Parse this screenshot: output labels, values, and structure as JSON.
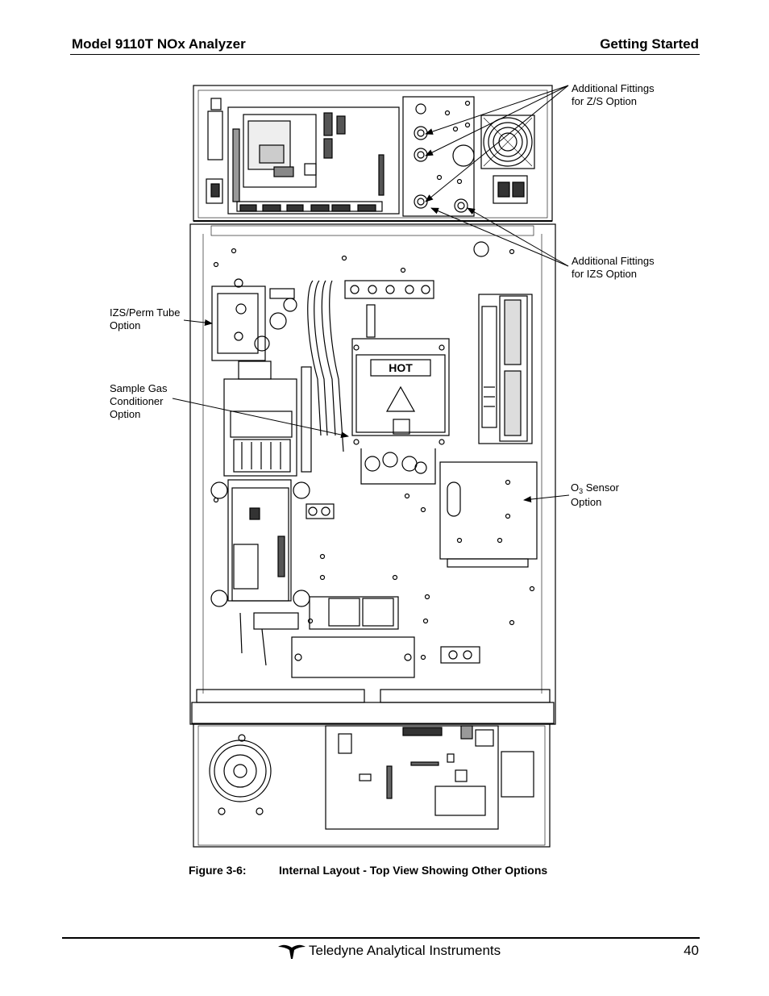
{
  "header": {
    "left": "Model 9110T NOx Analyzer",
    "right": "Getting Started"
  },
  "figure": {
    "callouts": {
      "zs": [
        "Additional Fittings",
        "for Z/S Option"
      ],
      "izs_fit": [
        "Additional Fittings",
        "for IZS Option"
      ],
      "izs_perm": [
        "IZS/Perm Tube",
        "Option"
      ],
      "sample_gas": [
        "Sample Gas",
        "Conditioner",
        "Option"
      ],
      "o3_sensor": {
        "prefix": "O",
        "sub": "3",
        "rest": " Sensor",
        "line2": "Option"
      }
    },
    "panel_label": "HOT",
    "caption_num": "Figure 3-6:",
    "caption_text": "Internal Layout - Top View Showing Other Options"
  },
  "footer": {
    "company": "Teledyne Analytical Instruments",
    "page": "40",
    "logo_icon": "teledyne-logo-icon"
  }
}
